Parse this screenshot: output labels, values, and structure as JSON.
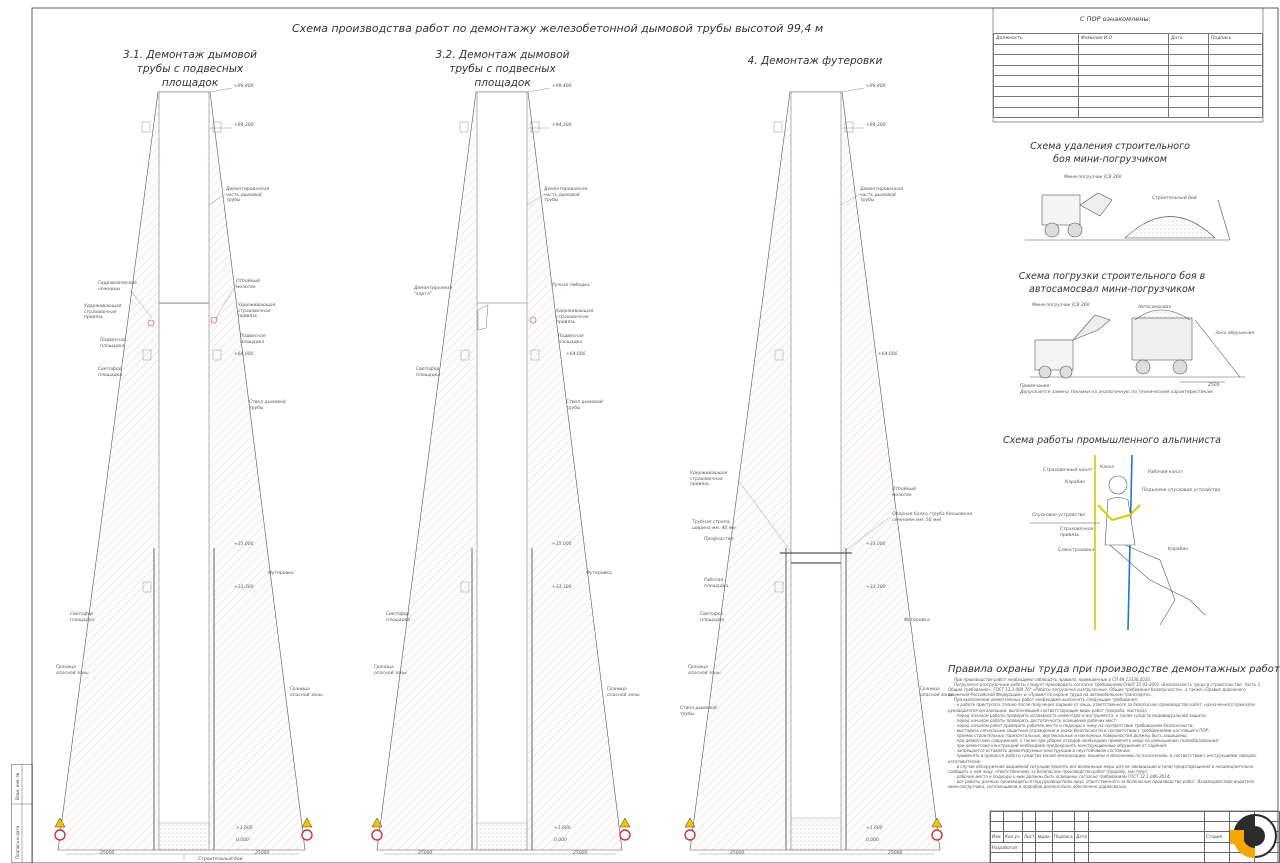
{
  "sheet": {
    "title": "Схема производства работ по демонтажу железобетонной дымовой трубы высотой 99,4 м"
  },
  "chimneys": [
    {
      "title": "3.1. Демонтаж дымовой трубы с подвесных площадок",
      "labels": {
        "top": "+99,400",
        "l94": "+94,300",
        "l64": "+64,000",
        "l35": "+35,000",
        "l33": "+33,300",
        "l1": "+1,600",
        "l0": "0,000",
        "dismantled": "Демонтированная часть дымовой трубы",
        "hydraulic": "Гидравлические ножницы",
        "hammer": "Отбойный молоток",
        "safety_left": "Удерживающая страховочная привязь",
        "safety_right": "Удерживающая страховочная привязь",
        "platform_susp_left": "Подвесная площадка",
        "platform_susp_right": "Подвесная площадка",
        "platform_hole": "Ствол дымовой трубы",
        "rest_platform": "Светофор площадка",
        "rest_platform2": "Светофор площадка",
        "lining": "Футеровка",
        "danger_left": "Граница опасной зоны",
        "danger_right": "Граница опасной зоны",
        "debris": "Строительный бой",
        "dim_left": "25000",
        "dim_right": "25000"
      }
    },
    {
      "title": "3.2. Демонтаж дымовой трубы с подвесных площадок",
      "labels": {
        "top": "+99,400",
        "l94": "+94,300",
        "l64": "+64,000",
        "l35": "+35,000",
        "l33": "+33,300",
        "l1": "+1,600",
        "l0": "0,000",
        "dismantled": "Демонтированная часть дымовой трубы",
        "hydraulic": "Демонтируемая \"карта\"",
        "hammer": "Ручная лебедка",
        "safety_right": "Удерживающая страховочная привязь",
        "platform_susp_right": "Подвесная площадка",
        "platform_hole": "Ствол дымовой трубы",
        "rest_platform": "Светофор площадка",
        "rest_platform2": "Светофор площадка",
        "lining": "Футеровка",
        "danger_left": "Граница опасной зоны",
        "danger_right": "Граница опасной зоны",
        "dim_left": "25000",
        "dim_right": "25000"
      }
    },
    {
      "title": "4. Демонтаж футеровки",
      "labels": {
        "top": "+99,400",
        "l94": "+94,300",
        "l64": "+64,000",
        "l35": "+35,000",
        "l33": "+33,300",
        "l1": "+1,600",
        "l0": "0,000",
        "dismantled": "Демонтированная часть дымовой трубы",
        "hammer": "Отбойный молоток",
        "safety_left": "Удерживающая страховочная привязь",
        "beam": "Опорная балка (труба бесшовная, сечением мм. 50 мм)",
        "traverse": "Трубная стрела, ширина мм. 40 мм",
        "profile": "Профнастил",
        "work_platform": "Рабочая площадка",
        "rest_platform2": "Светофор площадка",
        "lining": "Футеровка",
        "trunk": "Ствол дымовой трубы",
        "danger_left": "Граница опасной зоны",
        "danger_right": "Граница опасной зоны",
        "dim_left": "25000",
        "dim_right": "25000"
      }
    }
  ],
  "acquaint_table": {
    "title": "С ПОР ознакомлены:",
    "headers": [
      "Должность",
      "Фамилия И.О.",
      "Дата",
      "Подпись"
    ]
  },
  "scheme_removal": {
    "title": "Схема удаления строительного боя мини-погрузчиком",
    "loader": "Мини-погрузчик JCB 260",
    "debris": "Строительный бой"
  },
  "scheme_loading": {
    "title": "Схема погрузки строительного боя в автосамосвал мини-погрузчиком",
    "loader": "Мини-погрузчик JCB 260",
    "truck": "Автосамосвал",
    "zone": "Зона обрушения",
    "dim": "2500",
    "note_label": "Примечание:",
    "note": "Допускается замена техники на аналогичную по техническим характеристикам."
  },
  "scheme_climber": {
    "title": "Схема работы промышленного альпиниста",
    "labels": {
      "helmet": "Каска",
      "rope_safety": "Страховочный канат",
      "rope_work": "Рабочий канат",
      "carabiner": "Карабин",
      "descender": "Спусковое устройство",
      "ascender": "Подъемно-спусковое устройство",
      "harness": "Страховочная привязь",
      "selfbelay": "Самостраховка",
      "carabiner2": "Карабин"
    }
  },
  "rules": {
    "title": "Правила охраны труда при производстве демонтажных работ",
    "paragraphs": [
      "При производстве работ необходимо соблюдать правила, приведенные в СП 49.13330.2010.",
      "Погрузочно-разгрузочные работы следует производить согласно требованиям СНиП 12-03-2001 «Безопасность труда в строительстве. Часть 1. Общие требования», ГОСТ 12.3.009-76* «Работы погрузочно-разгрузочные. Общие требования безопасности», а также «Правил дорожного движения Российской Федерации» и «Правил по охране труда на автомобильном транспорте».",
      "При выполнении демонтажных работ необходимо выполнять следующие требования:",
      "- к работе приступать только после получения задания от лица, ответственного за безопасное производство работ, назначенного приказом руководителя организации, выполняющей соответствующие виды работ (прораба, мастера);",
      "- перед началом работы проверить исправность инвентаря и инструмента, а также средств индивидуальной защиты;",
      "- перед началом работы проверить достаточность освещения рабочих мест;",
      "- перед началом работ проверить рабочее место и подходы к нему на соответствие требованиям безопасности;",
      "- выставить сигнальные защитные ограждения и знаки безопасности в соответствии с требованиями настоящего ПОР;",
      "- проемы строительных горизонтальных, вертикальных и наклонных поверхностей должны быть защищены;",
      "- при демонтаже сооружений, а также при уборке отходов необходимо применять меры по уменьшению пылеобразования;",
      "- при демонтаже конструкций необходимо предохранять конструкционные обрушения от падения;",
      "- запрещается оставлять демонтируемые конструкции в неустойчивом состоянии;",
      "- применять в процессе работы средства малой механизации, машины и механизмы по назначению, в соответствии с инструкциями заводов-изготовителей;",
      "- в случае обнаружения аварийной ситуации принять все возможные меры для ее ликвидации и (или) предотвращения и незамедлительно сообщить о ней лицу, ответственному за безопасное производство работ (прорабу, мастеру);",
      "- рабочие места и подходы к ним должны быть освещены согласно требованиям ГОСТ 12.1.046-2014;",
      "- все работы должны производиться под руководством лица, ответственного за безопасное производство работ. Взаимодействие водителя мини-погрузчика, сигнальщиков и прорабов должно быть обеспечено радиосвязью."
    ]
  },
  "stamp": {
    "cols": [
      "Изм.",
      "Кол.уч.",
      "Лист",
      "№док.",
      "Подпись",
      "Дата"
    ],
    "developer": "Разработал",
    "stage": "Стадия",
    "sheet": "Лист",
    "sheets": "Листов"
  },
  "side": {
    "inv": "Взам. инв. №",
    "sign": "Подпись и дата"
  }
}
